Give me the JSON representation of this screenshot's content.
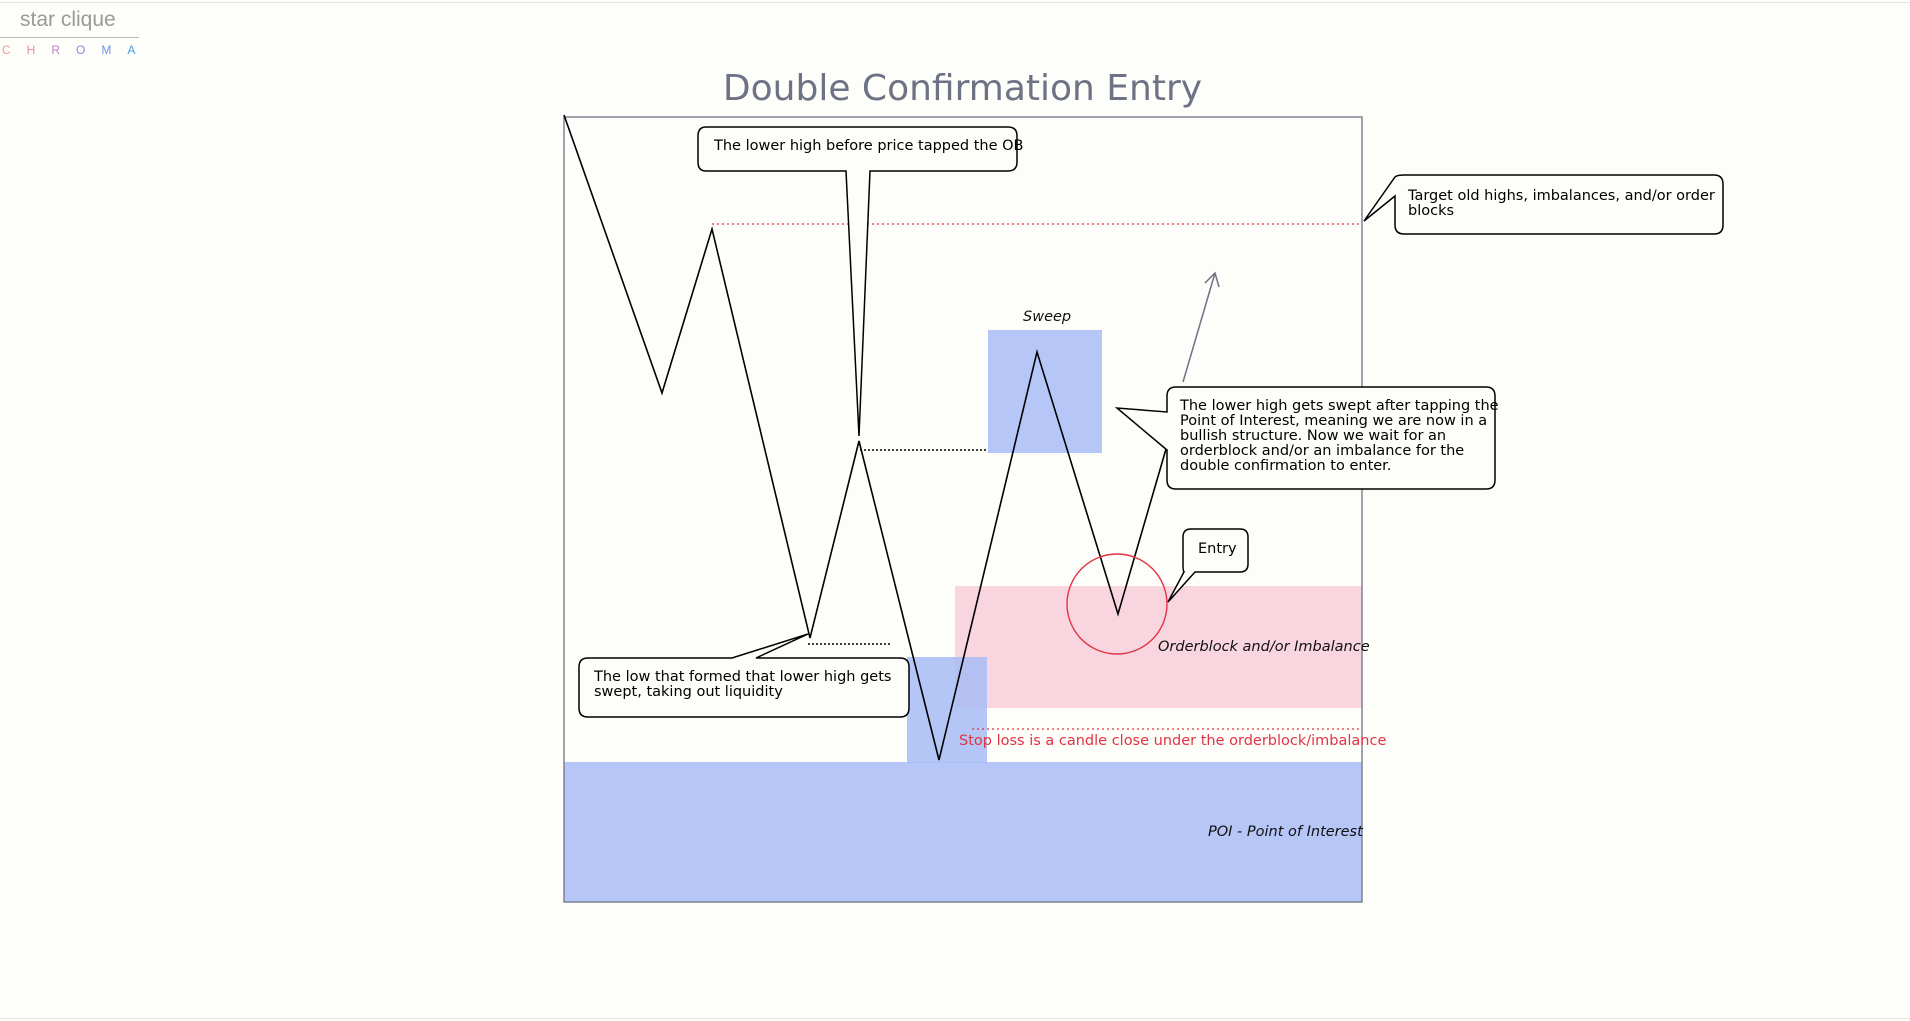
{
  "brand": {
    "name": "star clique",
    "sub_letters": [
      {
        "ch": "C",
        "color": "#f2a09a"
      },
      {
        "ch": "H",
        "color": "#e98bb0"
      },
      {
        "ch": "R",
        "color": "#c77fd0"
      },
      {
        "ch": "O",
        "color": "#8f86e0"
      },
      {
        "ch": "M",
        "color": "#6f93e6"
      },
      {
        "ch": "A",
        "color": "#4c9fe6"
      }
    ]
  },
  "title": "Double Confirmation Entry",
  "callouts": {
    "lower_high": "The lower high before price tapped the OB",
    "target": "Target old highs, imbalances, and/or order\nblocks",
    "swept": "The lower high gets swept after tapping the\nPoint of Interest, meaning we are now in a\nbullish structure. Now we wait for an\norderblock and/or an imbalance for the\ndouble confirmation to enter.",
    "entry": "Entry",
    "low_swept": "The low that formed that lower high gets\nswept, taking out liquidity"
  },
  "labels": {
    "sweep": "Sweep",
    "orderblock": "Orderblock and/or Imbalance",
    "stop_loss": "Stop loss is a candle close under the orderblock/imbalance",
    "poi": "POI - Point of Interest"
  },
  "colors": {
    "blue_zone": "#b5c6f7",
    "pink_zone": "#f8d5df",
    "red": "#e23344",
    "title": "#6e7285"
  }
}
